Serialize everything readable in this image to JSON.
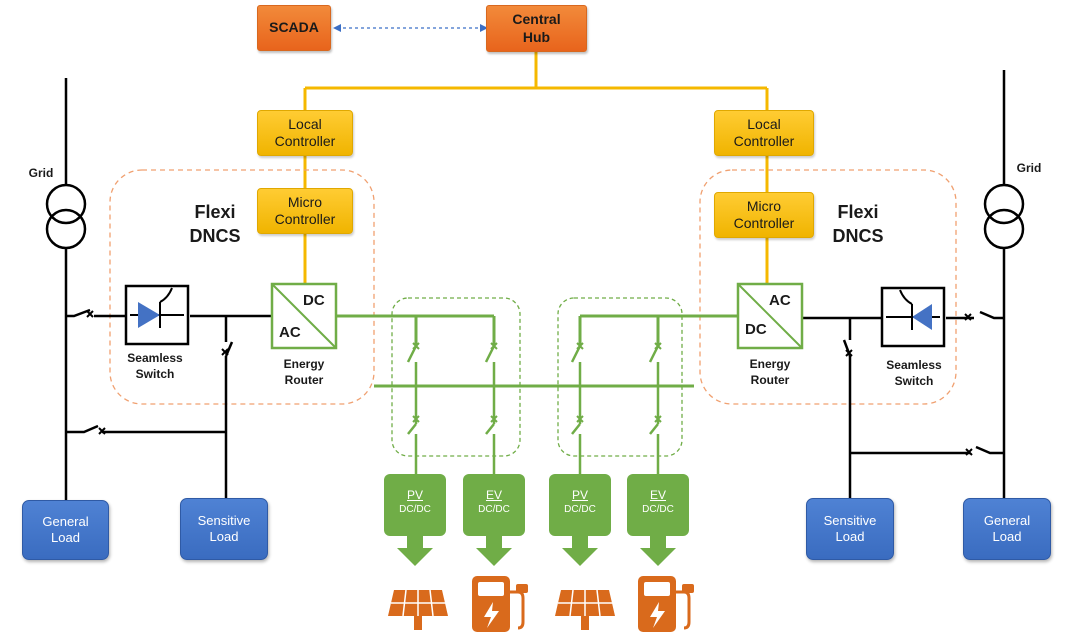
{
  "scada": "SCADA",
  "hub": {
    "line1": "Central",
    "line2": "Hub"
  },
  "local_controller": {
    "line1": "Local",
    "line2": "Controller"
  },
  "micro_controller": {
    "line1": "Micro",
    "line2": "Controller"
  },
  "dncs": {
    "line1": "Flexi",
    "line2": "DNCS"
  },
  "grid": "Grid",
  "seamless_switch": {
    "line1": "Seamless",
    "line2": "Switch"
  },
  "energy_router": {
    "line1": "Energy",
    "line2": "Router",
    "dc": "DC",
    "ac": "AC"
  },
  "general_load": {
    "line1": "General",
    "line2": "Load"
  },
  "sensitive_load": {
    "line1": "Sensitive",
    "line2": "Load"
  },
  "converters": {
    "pv": {
      "title": "PV",
      "sub": "DC/DC"
    },
    "ev": {
      "title": "EV",
      "sub": "DC/DC"
    }
  },
  "colors": {
    "orange": "#e8641c",
    "yellow": "#f5b800",
    "green": "#70ad47",
    "blue": "#3a6cc0",
    "dashed_orange": "#f0a070",
    "icon_orange": "#d96a1c"
  }
}
